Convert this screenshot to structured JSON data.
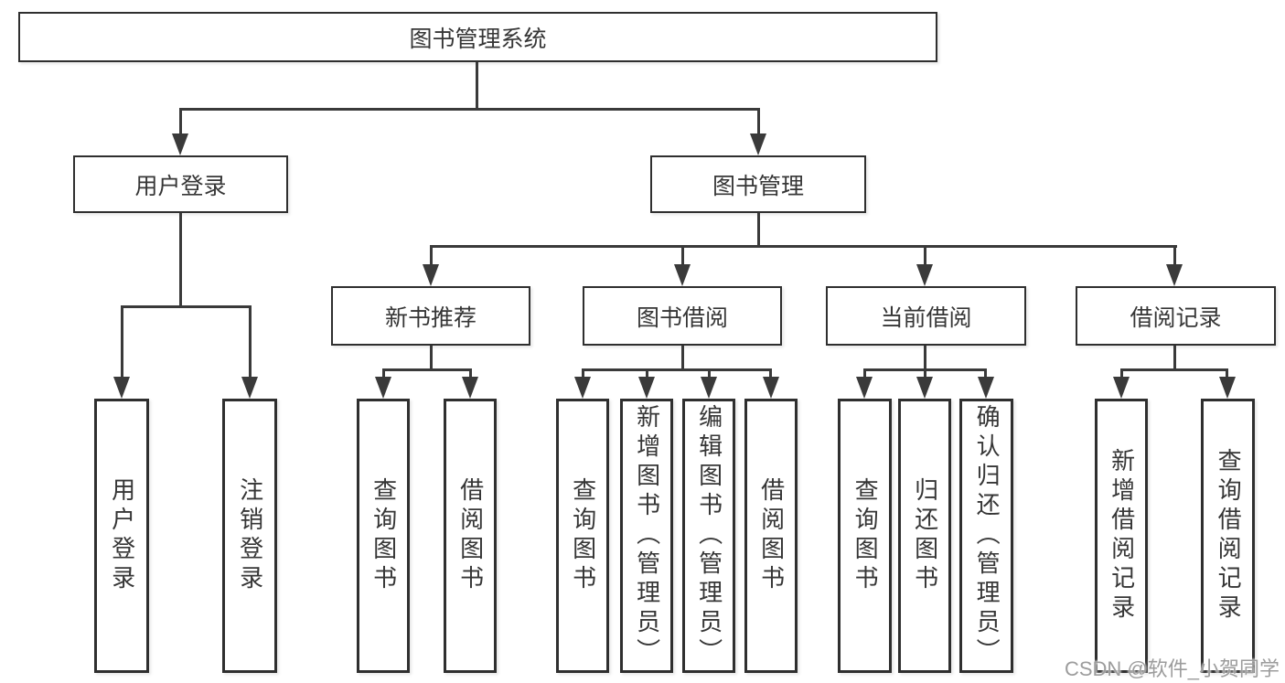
{
  "diagram_title": "图书管理系统",
  "nodes": {
    "root": {
      "label": "图书管理系统"
    },
    "userLogin": {
      "label": "用户登录"
    },
    "bookMgmt": {
      "label": "图书管理"
    },
    "login": {
      "label": "用户登录"
    },
    "logout": {
      "label": "注销登录"
    },
    "newBook": {
      "label": "新书推荐"
    },
    "bookBorrow": {
      "label": "图书借阅"
    },
    "currentBorrow": {
      "label": "当前借阅"
    },
    "borrowRecord": {
      "label": "借阅记录"
    },
    "nbQuery": {
      "label": "查询图书"
    },
    "nbBorrow": {
      "label": "借阅图书"
    },
    "bbQuery": {
      "label": "查询图书"
    },
    "bbAdd": {
      "label": "新增图书（管理员）"
    },
    "bbEdit": {
      "label": "编辑图书（管理员）"
    },
    "bbBorrow": {
      "label": "借阅图书"
    },
    "cbQuery": {
      "label": "查询图书"
    },
    "cbReturn": {
      "label": "归还图书"
    },
    "cbConfirm": {
      "label": "确认归还（管理员）"
    },
    "brAdd": {
      "label": "新增借阅记录"
    },
    "brQuery": {
      "label": "查询借阅记录"
    }
  },
  "hierarchy": {
    "root": "图书管理系统",
    "children": [
      {
        "label": "用户登录",
        "children": [
          "用户登录",
          "注销登录"
        ]
      },
      {
        "label": "图书管理",
        "children": [
          {
            "label": "新书推荐",
            "children": [
              "查询图书",
              "借阅图书"
            ]
          },
          {
            "label": "图书借阅",
            "children": [
              "查询图书",
              "新增图书（管理员）",
              "编辑图书（管理员）",
              "借阅图书"
            ]
          },
          {
            "label": "当前借阅",
            "children": [
              "查询图书",
              "归还图书",
              "确认归还（管理员）"
            ]
          },
          {
            "label": "借阅记录",
            "children": [
              "新增借阅记录",
              "查询借阅记录"
            ]
          }
        ]
      }
    ]
  },
  "watermark": {
    "text": "CSDN @软件_小贺同学"
  },
  "colors": {
    "line": "#3a3a3a",
    "border": "#2f2f2f",
    "text": "#363636",
    "background": "#ffffff",
    "watermark": "#9c9c9c"
  }
}
